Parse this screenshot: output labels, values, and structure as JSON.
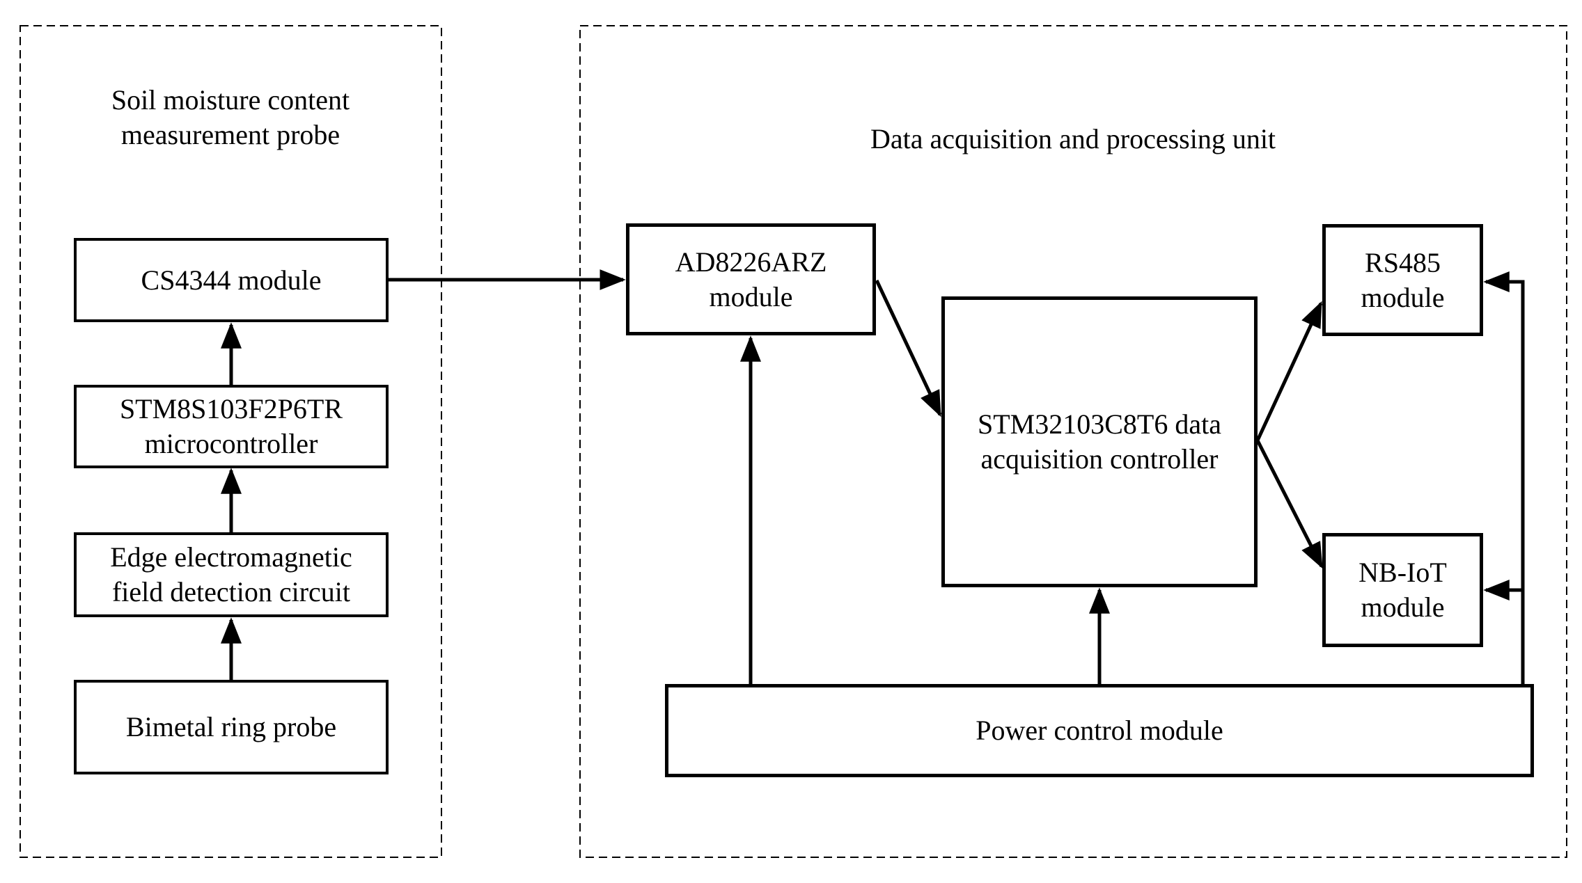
{
  "diagram": {
    "background": "#ffffff",
    "line_color": "#000000",
    "left_panel": {
      "title": "Soil moisture content\nmeasurement probe",
      "nodes": {
        "cs4344": "CS4344 module",
        "stm8s": "STM8S103F2P6TR\nmicrocontroller",
        "edge_field": "Edge electromagnetic\nfield detection circuit",
        "bimetal": "Bimetal ring probe"
      }
    },
    "right_panel": {
      "title": "Data acquisition and processing unit",
      "nodes": {
        "ad8226": "AD8226ARZ\nmodule",
        "stm32": "STM32103C8T6 data\nacquisition controller",
        "rs485": "RS485\nmodule",
        "nbiot": "NB-IoT\nmodule",
        "power": "Power control module"
      }
    },
    "connections": [
      {
        "from": "Bimetal ring probe",
        "to": "Edge electromagnetic field detection circuit"
      },
      {
        "from": "Edge electromagnetic field detection circuit",
        "to": "STM8S103F2P6TR microcontroller"
      },
      {
        "from": "STM8S103F2P6TR microcontroller",
        "to": "CS4344 module"
      },
      {
        "from": "CS4344 module",
        "to": "AD8226ARZ module"
      },
      {
        "from": "AD8226ARZ module",
        "to": "STM32103C8T6 data acquisition controller"
      },
      {
        "from": "STM32103C8T6 data acquisition controller",
        "to": "RS485 module"
      },
      {
        "from": "STM32103C8T6 data acquisition controller",
        "to": "NB-IoT module"
      },
      {
        "from": "Power control module",
        "to": "AD8226ARZ module"
      },
      {
        "from": "Power control module",
        "to": "STM32103C8T6 data acquisition controller"
      },
      {
        "from": "Power control module",
        "to": "RS485 module"
      },
      {
        "from": "Power control module",
        "to": "NB-IoT module"
      }
    ]
  }
}
